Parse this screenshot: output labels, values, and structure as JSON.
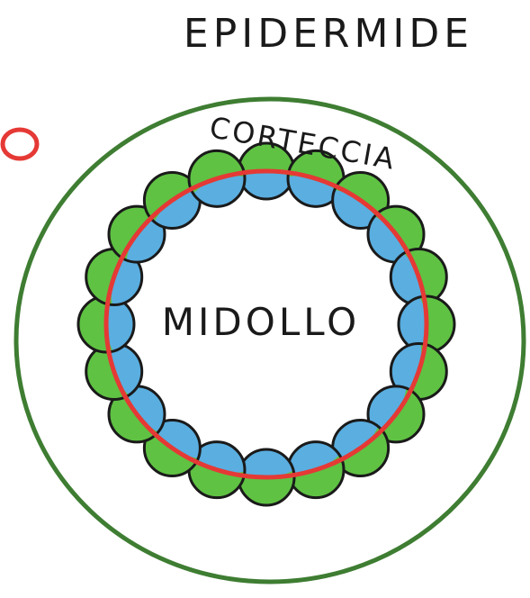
{
  "title": "EPIDERMIDE",
  "labels": {
    "cortex": "CORTECCIA",
    "center": "MIDOLLO"
  },
  "colors": {
    "outer_ring": "#3e7d32",
    "cambium_ring": "#e53935",
    "bundle_green": "#5fc243",
    "bundle_blue": "#5aaee0",
    "outline": "#1a1a1a",
    "text": "#1a1a1a"
  },
  "bundle_count": 20
}
